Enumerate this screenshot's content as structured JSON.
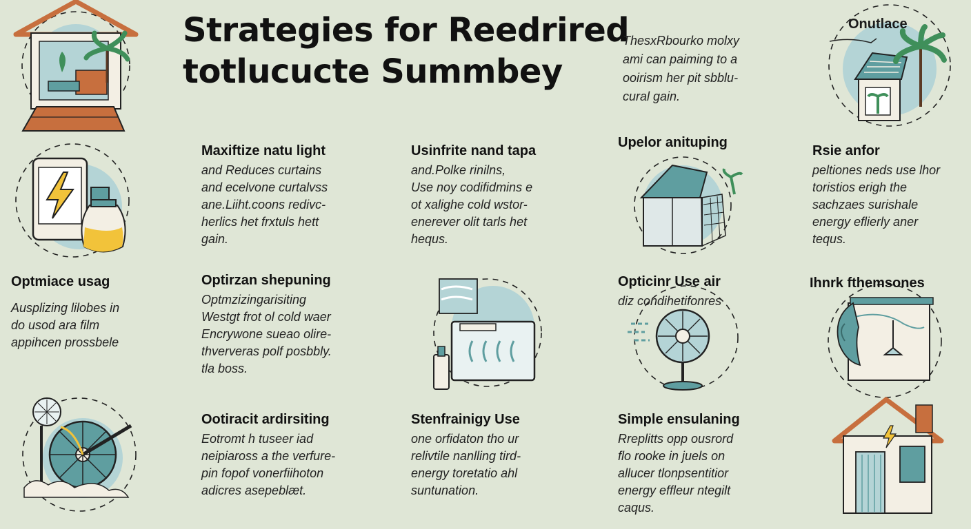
{
  "title": {
    "line1": "Strategies for Reedrired",
    "line2": "totlucucte Summbey"
  },
  "intro": {
    "lines": [
      "ThesxRbourko molxy",
      "ami can paiming to a",
      "ooirism her pit sbblu-",
      "cural gain."
    ]
  },
  "corner_label": "Onutlace",
  "tips": [
    {
      "heading": "Maxiftize natu light",
      "lines": [
        "and Reduces curtains",
        "and ecelvone curtalvss",
        "ane.Liiht.coons redivc-",
        "herlics het frxtuls hett",
        "gain."
      ]
    },
    {
      "heading": "Usinfrite nand tapa",
      "lines": [
        "and.Polke rinilns,",
        "Use noy codifidmins e",
        "ot xalighe cold wstor-",
        "enerever olit tarls het",
        "hequs."
      ]
    },
    {
      "heading": "Upelor anituping",
      "lines": []
    },
    {
      "heading": "Rsie anfor",
      "lines": [
        "peltiones neds use lhor",
        "toristios erigh the",
        "sachzaes surishale",
        "energy eflierly aner",
        "tequs."
      ]
    },
    {
      "heading": "Optmiace usag",
      "lines": [
        "Ausplizing lilobes in",
        "do usod ara film",
        "appihcen prossbele"
      ]
    },
    {
      "heading": "Optirzan shepuning",
      "lines": [
        "Optmzizingarisiting",
        "Westgt frot ol cold waer",
        "Encrywone sueao olire-",
        "thververas polf posbbly.",
        "tla boss."
      ]
    },
    {
      "heading": "Opticinr Use air",
      "lines": [
        "diz condihetifonres"
      ]
    },
    {
      "heading": "Ihnrk fthemsones",
      "lines": []
    },
    {
      "heading": "Ootiracit ardirsiting",
      "lines": [
        "Eotromt h tuseer iad",
        "neipiaross a the verfure-",
        "pin fopof vonerfiihoton",
        "adicres asepeblæt."
      ]
    },
    {
      "heading": "Stenfrainigy Use",
      "lines": [
        "one orfidaton tho ur",
        "relivtile nanlling tird-",
        "energy toretatio ahl",
        "suntunation."
      ]
    },
    {
      "heading": "Simple ensulaning",
      "lines": [
        "Rreplitts opp ousrord",
        "flo rooke in juels on",
        "allucer tlonpsentitior",
        "energy effleur ntegilt",
        "caqus."
      ]
    }
  ],
  "colors": {
    "background": "#dfe6d6",
    "teal_circle": "#b4d4d6",
    "teal": "#5f9ea0",
    "terracotta": "#c76f3e",
    "yellow": "#f2c33a"
  },
  "icons": [
    "house-plant-icon",
    "phone-lightning-icon",
    "pitcher-icon",
    "house-solar-icon",
    "shade-house-icon",
    "fridge-icon",
    "fan-icon",
    "fan-wheel-icon",
    "window-plant-icon",
    "house-lightning-icon"
  ]
}
